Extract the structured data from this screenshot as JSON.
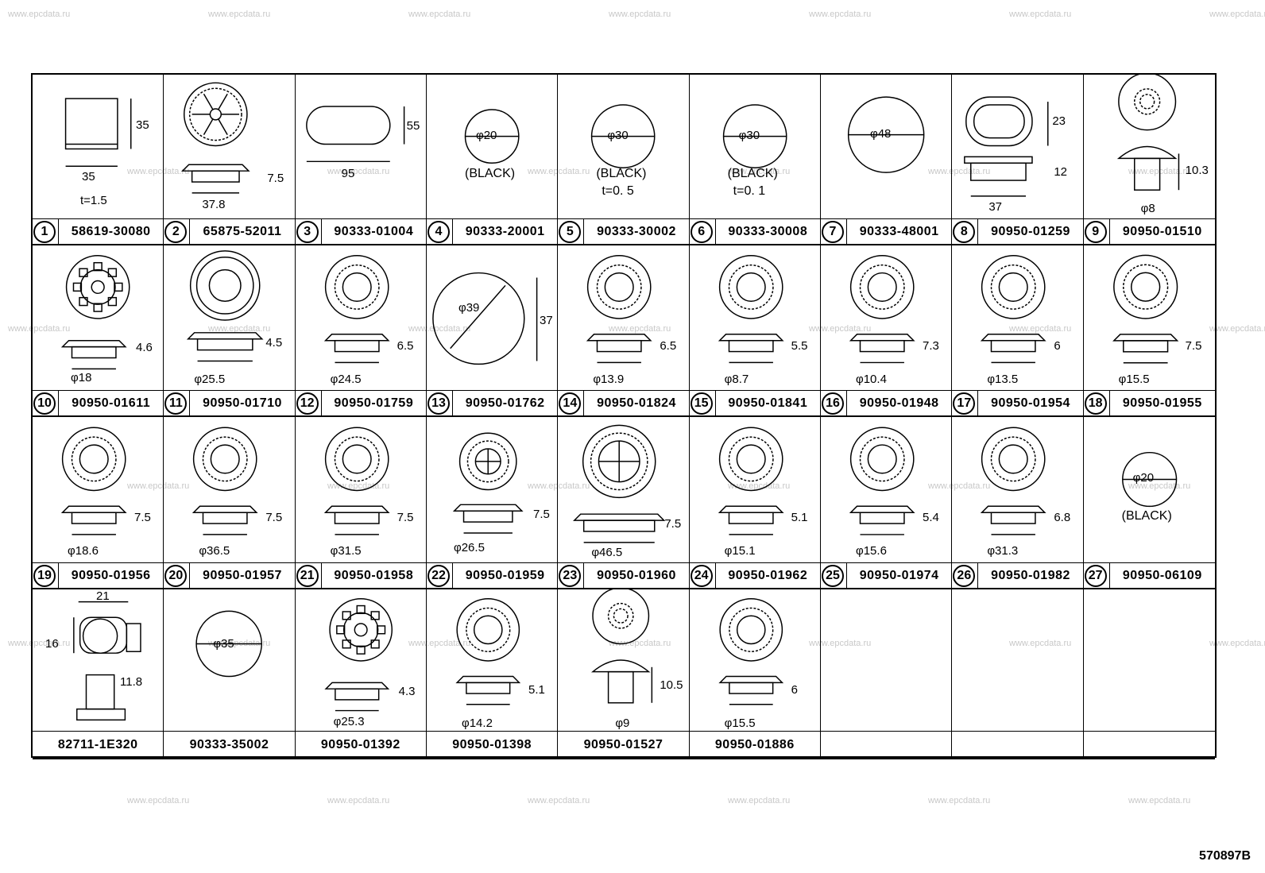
{
  "watermark": "www.epcdata.ru",
  "diagram_ref": "570897B",
  "parts": [
    {
      "num": "1",
      "pn": "58619-30080",
      "kind": "rect",
      "dims": [
        "35",
        "35",
        "t=1.5"
      ]
    },
    {
      "num": "2",
      "pn": "65875-52011",
      "kind": "spoked",
      "dims": [
        "7.5",
        "37.8"
      ]
    },
    {
      "num": "3",
      "pn": "90333-01004",
      "kind": "oval",
      "dims": [
        "55",
        "95"
      ]
    },
    {
      "num": "4",
      "pn": "90333-20001",
      "kind": "disc",
      "dims": [
        "φ20",
        "(BLACK)"
      ]
    },
    {
      "num": "5",
      "pn": "90333-30002",
      "kind": "disc",
      "dims": [
        "φ30",
        "(BLACK)",
        "t=0. 5"
      ]
    },
    {
      "num": "6",
      "pn": "90333-30008",
      "kind": "disc",
      "dims": [
        "φ30",
        "(BLACK)",
        "t=0. 1"
      ]
    },
    {
      "num": "7",
      "pn": "90333-48001",
      "kind": "disc",
      "dims": [
        "φ48"
      ]
    },
    {
      "num": "8",
      "pn": "90950-01259",
      "kind": "ovalgrom",
      "dims": [
        "23",
        "12",
        "37"
      ]
    },
    {
      "num": "9",
      "pn": "90950-01510",
      "kind": "plugcap",
      "dims": [
        "10.3",
        "φ8"
      ]
    },
    {
      "num": "10",
      "pn": "90950-01611",
      "kind": "gear",
      "dims": [
        "4.6",
        "φ18"
      ]
    },
    {
      "num": "11",
      "pn": "90950-01710",
      "kind": "notched",
      "dims": [
        "4.5",
        "φ25.5"
      ]
    },
    {
      "num": "12",
      "pn": "90950-01759",
      "kind": "ring",
      "dims": [
        "6.5",
        "φ24.5"
      ]
    },
    {
      "num": "13",
      "pn": "90950-01762",
      "kind": "clipdisc",
      "dims": [
        "φ39",
        "37"
      ]
    },
    {
      "num": "14",
      "pn": "90950-01824",
      "kind": "ring",
      "dims": [
        "6.5",
        "φ13.9"
      ]
    },
    {
      "num": "15",
      "pn": "90950-01841",
      "kind": "ring",
      "dims": [
        "5.5",
        "φ8.7"
      ]
    },
    {
      "num": "16",
      "pn": "90950-01948",
      "kind": "ring",
      "dims": [
        "7.3",
        "φ10.4"
      ]
    },
    {
      "num": "17",
      "pn": "90950-01954",
      "kind": "ring",
      "dims": [
        "6",
        "φ13.5"
      ]
    },
    {
      "num": "18",
      "pn": "90950-01955",
      "kind": "ring",
      "dims": [
        "7.5",
        "φ15.5"
      ]
    },
    {
      "num": "19",
      "pn": "90950-01956",
      "kind": "ring",
      "dims": [
        "7.5",
        "φ18.6"
      ]
    },
    {
      "num": "20",
      "pn": "90950-01957",
      "kind": "ring",
      "dims": [
        "7.5",
        "φ36.5"
      ]
    },
    {
      "num": "21",
      "pn": "90950-01958",
      "kind": "ring",
      "dims": [
        "7.5",
        "φ31.5"
      ]
    },
    {
      "num": "22",
      "pn": "90950-01959",
      "kind": "cross",
      "dims": [
        "7.5",
        "φ26.5"
      ]
    },
    {
      "num": "23",
      "pn": "90950-01960",
      "kind": "cross",
      "dims": [
        "7.5",
        "φ46.5"
      ]
    },
    {
      "num": "24",
      "pn": "90950-01962",
      "kind": "ring",
      "dims": [
        "5.1",
        "φ15.1"
      ]
    },
    {
      "num": "25",
      "pn": "90950-01974",
      "kind": "ring",
      "dims": [
        "5.4",
        "φ15.6"
      ]
    },
    {
      "num": "26",
      "pn": "90950-01982",
      "kind": "ring",
      "dims": [
        "6.8",
        "φ31.3"
      ]
    },
    {
      "num": "27",
      "pn": "90950-06109",
      "kind": "disc",
      "dims": [
        "φ20",
        "(BLACK)"
      ]
    },
    {
      "num": "",
      "pn": "82711-1E320",
      "kind": "clip",
      "dims": [
        "21",
        "16",
        "11.8"
      ]
    },
    {
      "num": "",
      "pn": "90333-35002",
      "kind": "disc",
      "dims": [
        "φ35"
      ]
    },
    {
      "num": "",
      "pn": "90950-01392",
      "kind": "gear",
      "dims": [
        "4.3",
        "φ25.3"
      ]
    },
    {
      "num": "",
      "pn": "90950-01398",
      "kind": "ring",
      "dims": [
        "5.1",
        "φ14.2"
      ]
    },
    {
      "num": "",
      "pn": "90950-01527",
      "kind": "plugcap",
      "dims": [
        "10.5",
        "φ9"
      ]
    },
    {
      "num": "",
      "pn": "90950-01886",
      "kind": "ring",
      "dims": [
        "6",
        "φ15.5"
      ]
    },
    {
      "num": "",
      "pn": "",
      "kind": "empty",
      "dims": []
    },
    {
      "num": "",
      "pn": "",
      "kind": "empty",
      "dims": []
    },
    {
      "num": "",
      "pn": "",
      "kind": "empty",
      "dims": []
    }
  ]
}
